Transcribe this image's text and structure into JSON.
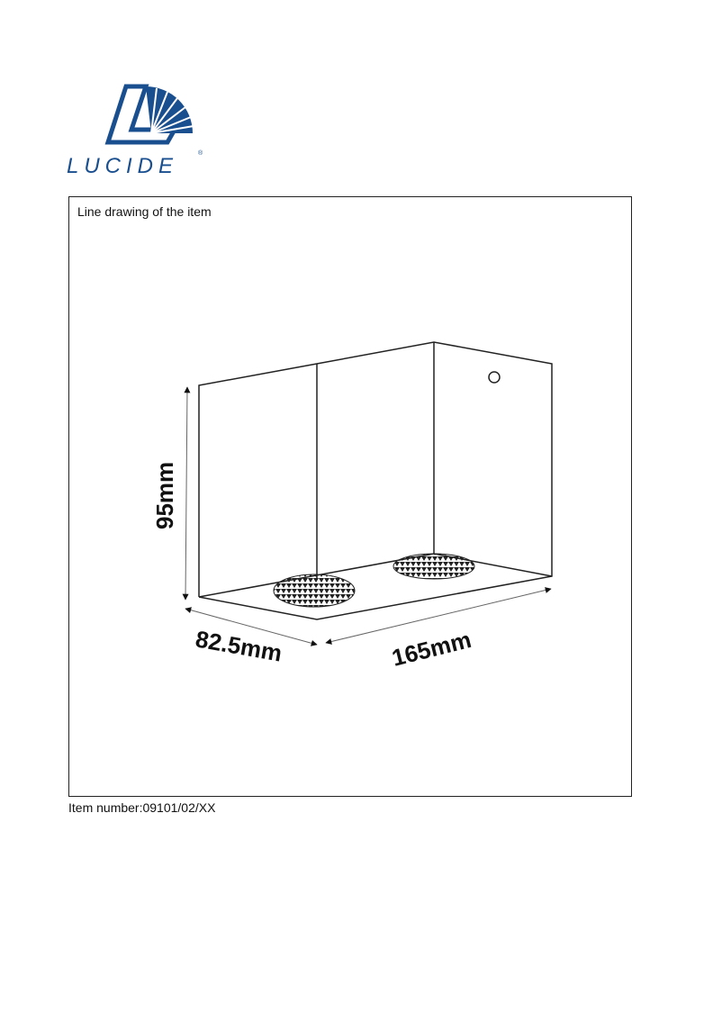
{
  "logo": {
    "text": "LUCIDE",
    "brand_color": "#1a4f8f"
  },
  "drawing": {
    "caption": "Line drawing of the item",
    "dimensions": {
      "height": "95mm",
      "depth": "82.5mm",
      "width": "165mm"
    }
  },
  "footer": {
    "item_number": "Item number:09101/02/XX"
  }
}
